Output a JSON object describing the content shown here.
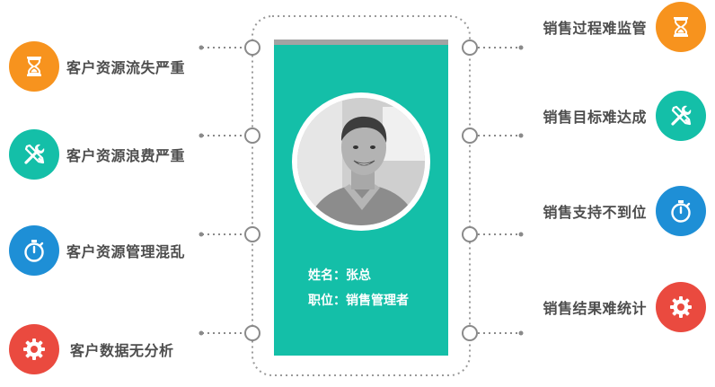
{
  "profile": {
    "name_line": "姓名：张总",
    "role_line": "职位：销售管理者"
  },
  "left_items": [
    {
      "label": "客户资源流失严重",
      "icon": "hourglass-icon",
      "color": "#f7931e"
    },
    {
      "label": "客户资源浪费严重",
      "icon": "tools-icon",
      "color": "#14bfa8"
    },
    {
      "label": "客户资源管理混乱",
      "icon": "stopwatch-icon",
      "color": "#1e8fd6"
    },
    {
      "label": "客户数据无分析",
      "icon": "gear-icon",
      "color": "#ea4a3f"
    }
  ],
  "right_items": [
    {
      "label": "销售过程难监管",
      "icon": "hourglass-icon",
      "color": "#f7931e"
    },
    {
      "label": "销售目标难达成",
      "icon": "tools-icon",
      "color": "#14bfa8"
    },
    {
      "label": "销售支持不到位",
      "icon": "stopwatch-icon",
      "color": "#1e8fd6"
    },
    {
      "label": "销售结果难统计",
      "icon": "gear-icon",
      "color": "#ea4a3f"
    }
  ]
}
